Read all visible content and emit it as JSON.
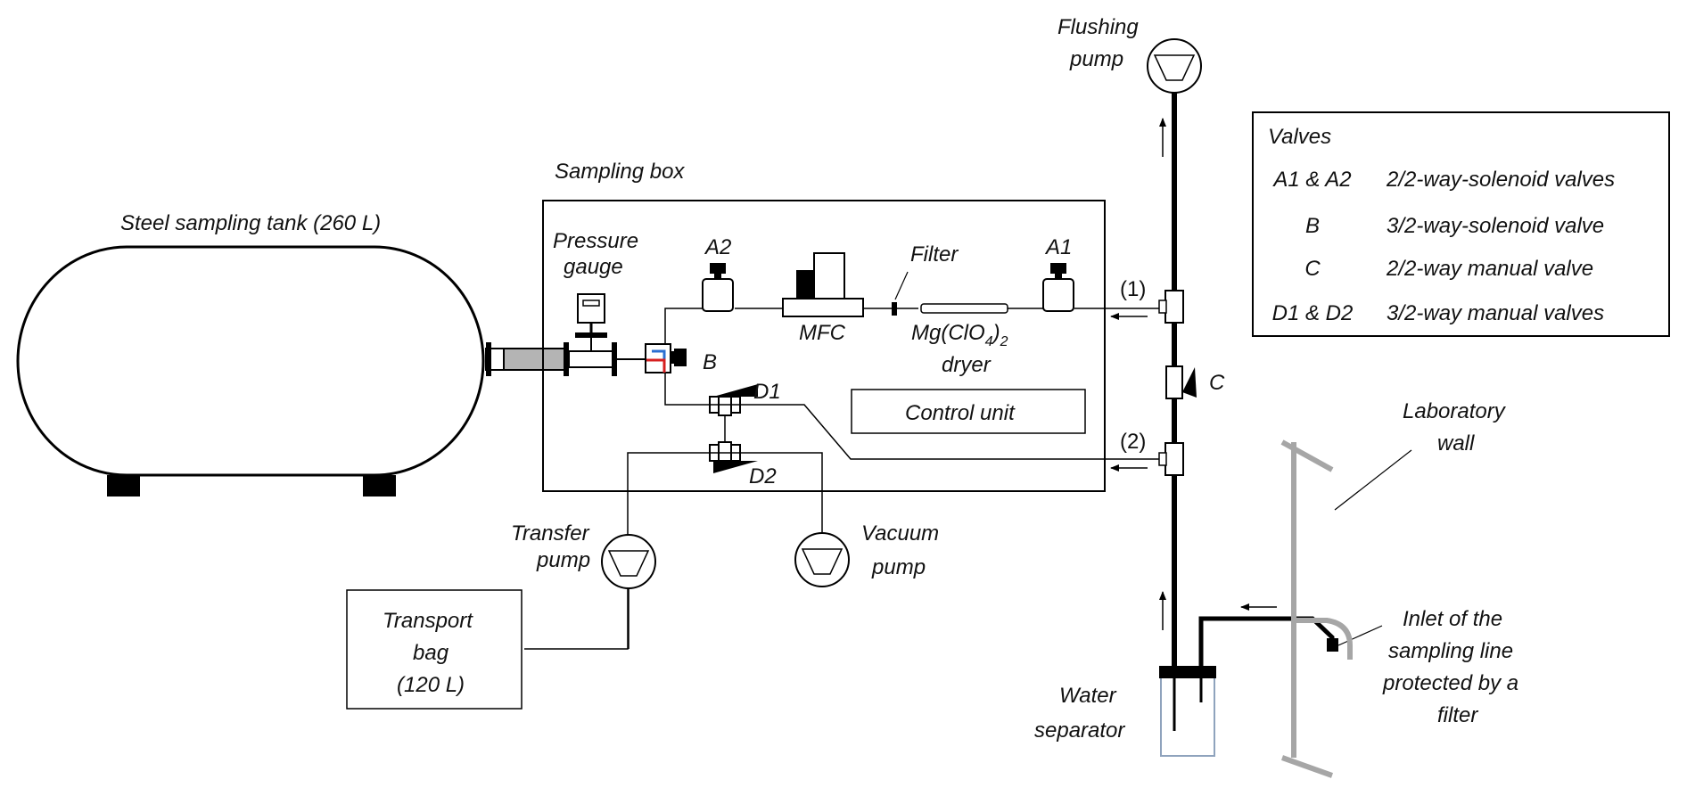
{
  "labels": {
    "flushing_pump_line1": "Flushing",
    "flushing_pump_line2": "pump",
    "sampling_box": "Sampling box",
    "steel_tank": "Steel sampling tank (260 L)",
    "pressure_gauge_line1": "Pressure",
    "pressure_gauge_line2": "gauge",
    "valve_a2": "A2",
    "valve_a1": "A1",
    "filter": "Filter",
    "mfc": "MFC",
    "dryer_formula_main": "Mg(ClO",
    "dryer_formula_sub1": "4",
    "dryer_formula_close": ")",
    "dryer_formula_sub2": "2",
    "dryer_word": "dryer",
    "valve_b": "B",
    "valve_d1": "D1",
    "valve_d2": "D2",
    "control_unit": "Control unit",
    "port_1": "(1)",
    "port_2": "(2)",
    "valve_c": "C",
    "transfer_pump_line1": "Transfer",
    "transfer_pump_line2": "pump",
    "vacuum_pump_line1": "Vacuum",
    "vacuum_pump_line2": "pump",
    "transport_bag_line1": "Transport",
    "transport_bag_line2": "bag",
    "transport_bag_line3": "(120 L)",
    "lab_wall_line1": "Laboratory",
    "lab_wall_line2": "wall",
    "inlet_line1": "Inlet of the",
    "inlet_line2": "sampling line",
    "inlet_line3": "protected by a",
    "inlet_line4": "filter",
    "water_separator_line1": "Water",
    "water_separator_line2": "separator"
  },
  "legend": {
    "title": "Valves",
    "rows": [
      {
        "key": "A1 & A2",
        "desc": "2/2-way-solenoid valves"
      },
      {
        "key": "B",
        "desc": "3/2-way-solenoid valve"
      },
      {
        "key": "C",
        "desc": "2/2-way manual valve"
      },
      {
        "key": "D1 & D2",
        "desc": "3/2-way manual valves"
      }
    ]
  },
  "colors": {
    "line": "#000000",
    "wall": "#a6a6a6",
    "pipe_fill": "#b4b4b4",
    "valve_b_blue": "#2b6fd1",
    "valve_b_red": "#d62020",
    "water_separator_border": "#8fa3bd"
  }
}
